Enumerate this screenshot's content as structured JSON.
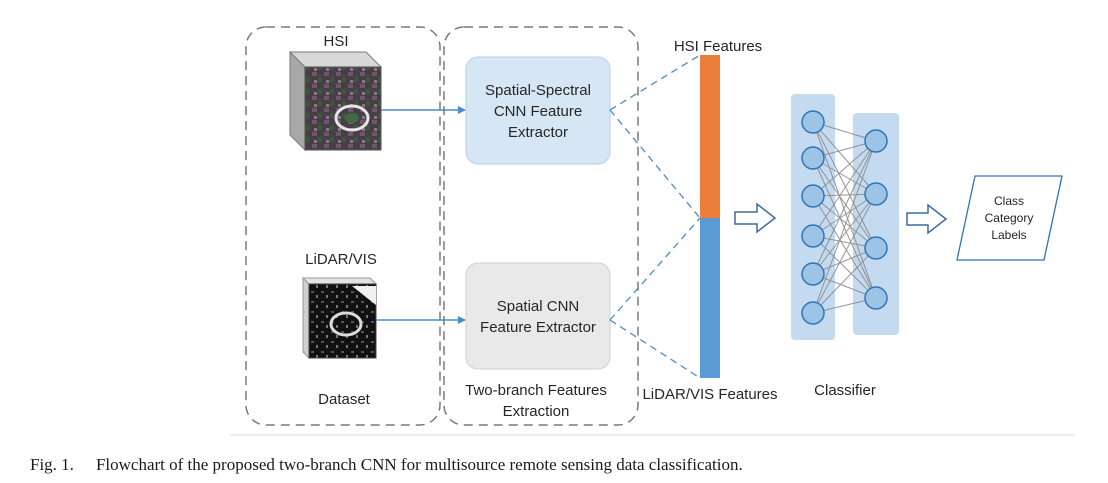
{
  "diagram": {
    "dataset": {
      "label": "Dataset",
      "hsi_label": "HSI",
      "lidar_label": "LiDAR/VIS"
    },
    "extraction": {
      "label_line1": "Two-branch Features",
      "label_line2": "Extraction",
      "spatial_spectral": {
        "line1": "Spatial-Spectral",
        "line2": "CNN Feature",
        "line3": "Extractor"
      },
      "spatial": {
        "line1": "Spatial CNN",
        "line2": "Feature Extractor"
      }
    },
    "features": {
      "hsi_label": "HSI Features",
      "lidar_label": "LiDAR/VIS Features"
    },
    "classifier": {
      "label": "Classifier"
    },
    "output": {
      "line1": "Class",
      "line2": "Category",
      "line3": "Labels"
    },
    "colors": {
      "hsi_feature": "#ED7D3A",
      "lidar_feature": "#5B9BD5",
      "extractor_blue": "#D6E6F4",
      "extractor_gray": "#E9E9E9",
      "arrow_blue": "#4A8CC9",
      "neuron_fill": "#9DC3E6",
      "neuron_stroke": "#2E75B6"
    }
  },
  "caption": {
    "label": "Fig. 1.",
    "text": "Flowchart of the proposed two-branch CNN for multisource remote sensing data classification."
  }
}
